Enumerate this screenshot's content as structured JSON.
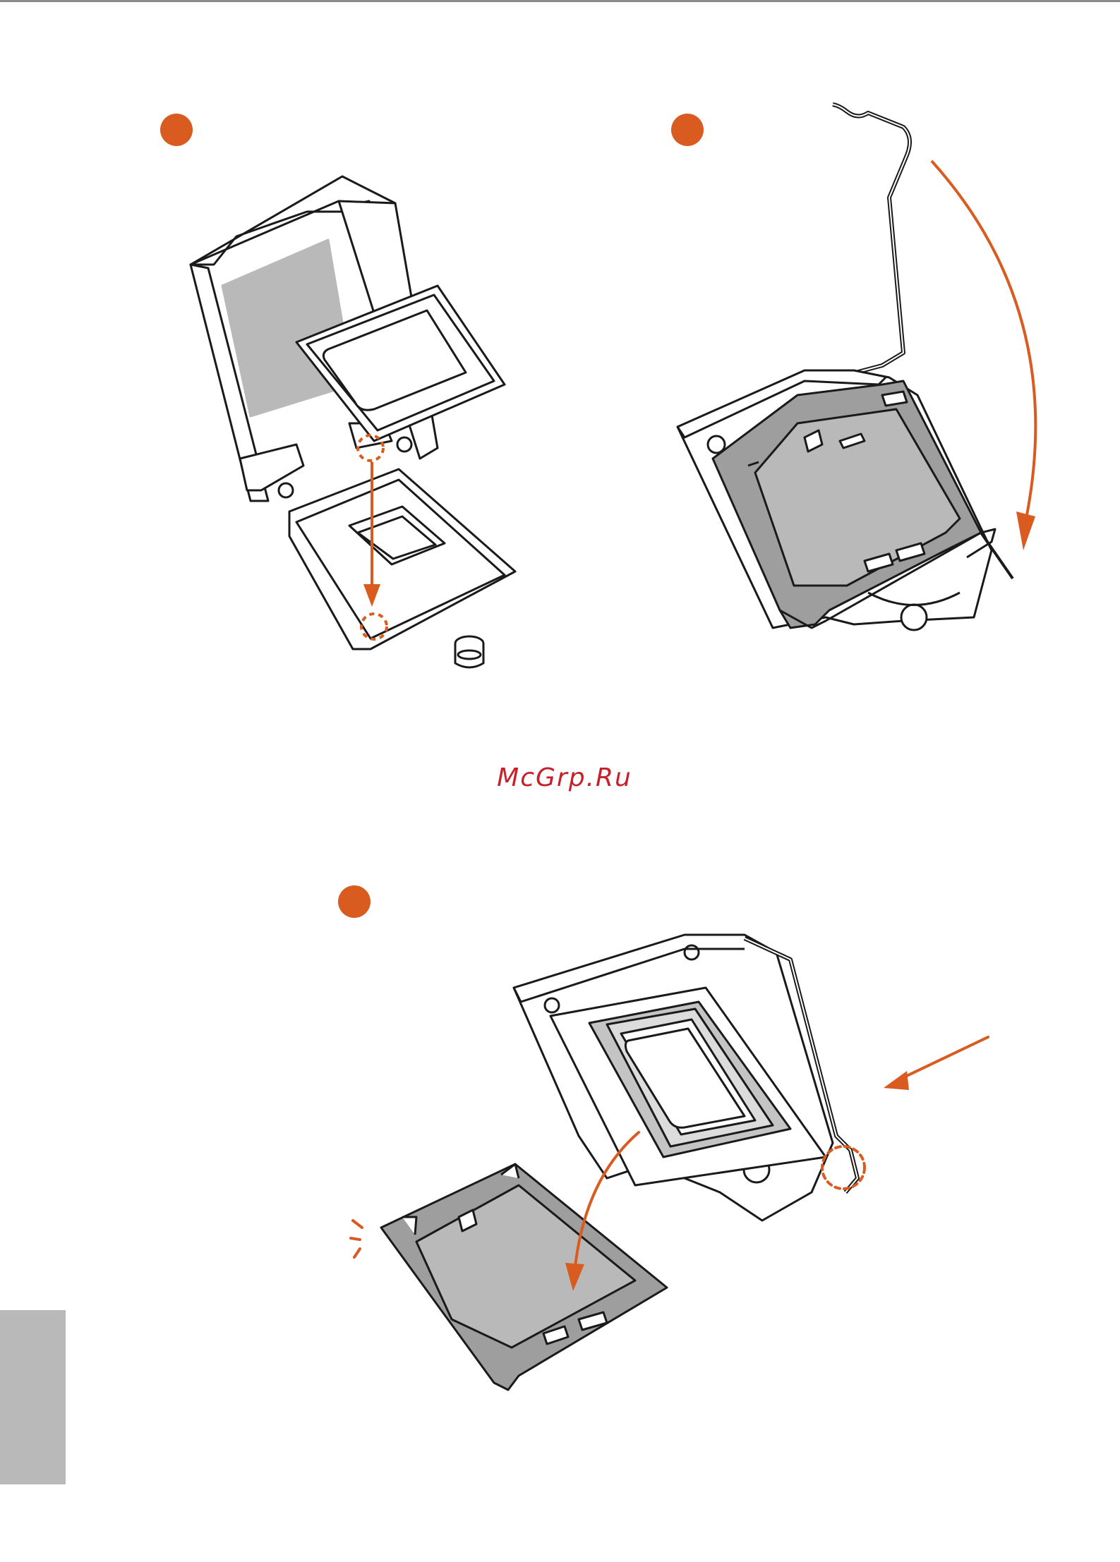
{
  "watermark": {
    "text": "McGrp.Ru"
  },
  "colors": {
    "accent": "#d95b20",
    "watermark": "#c8202a",
    "cover_gray": "#b9b9b9",
    "line": "#1a1a1a"
  },
  "steps": [
    {
      "icon": "step-badge-circle",
      "figure": "cpu-insertion-into-socket-icon"
    },
    {
      "icon": "step-badge-circle",
      "figure": "close-load-plate-lever-down-icon"
    },
    {
      "icon": "step-badge-circle",
      "figure": "lock-lever-remove-pnp-cap-icon"
    }
  ]
}
